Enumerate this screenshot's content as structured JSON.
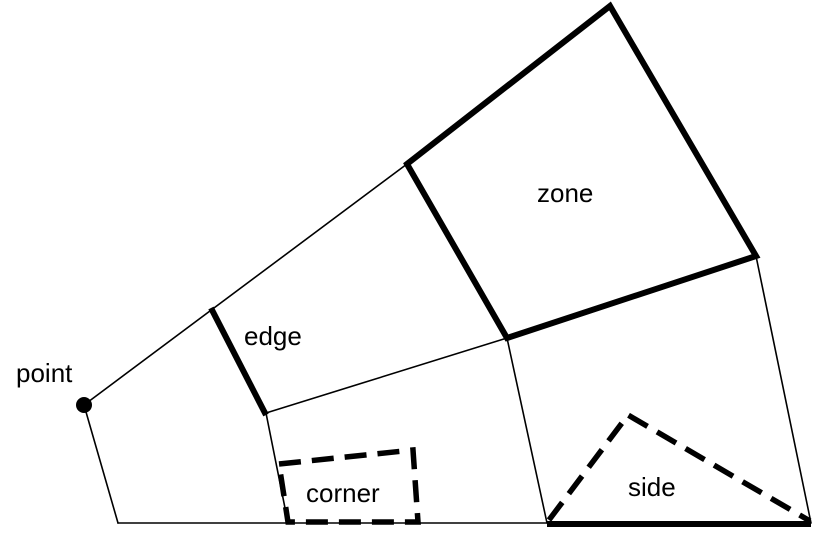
{
  "labels": {
    "point": "point",
    "edge": "edge",
    "zone": "zone",
    "corner": "corner",
    "side": "side"
  },
  "colors": {
    "stroke": "#000000",
    "background": "#ffffff"
  }
}
